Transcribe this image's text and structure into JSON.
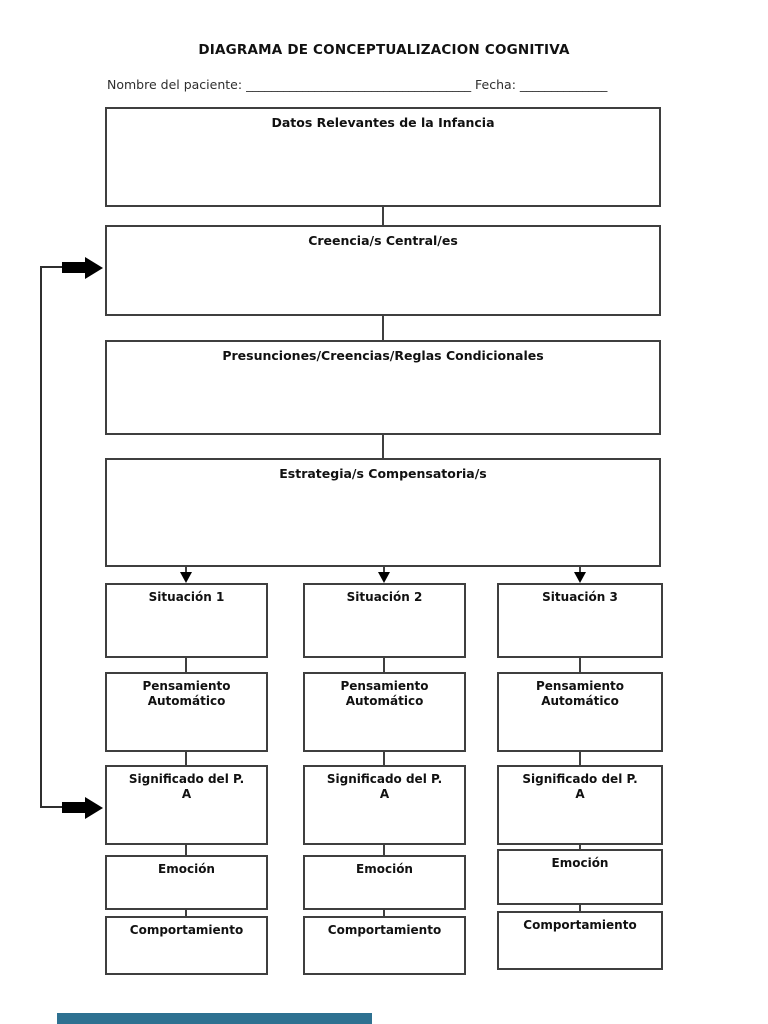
{
  "title": "DIAGRAMA DE CONCEPTUALIZACION COGNITIVA",
  "patient_line": {
    "name_label": "Nombre del paciente:",
    "name_blank": "____________________________________",
    "date_label": "Fecha:",
    "date_blank": "______________"
  },
  "flow_boxes": {
    "infancia": "Datos Relevantes de la Infancia",
    "creencia": "Creencia/s Central/es",
    "presunciones": "Presunciones/Creencias/Reglas Condicionales",
    "estrategia": "Estrategia/s Compensatoria/s"
  },
  "columns": [
    {
      "situacion": "Situación 1",
      "pensamiento": "Pensamiento Automático",
      "significado": "Significado del P. A",
      "emocion": "Emoción",
      "comportamiento": "Comportamiento"
    },
    {
      "situacion": "Situación 2",
      "pensamiento": "Pensamiento Automático",
      "significado": "Significado del P. A",
      "emocion": "Emoción",
      "comportamiento": "Comportamiento"
    },
    {
      "situacion": "Situación 3",
      "pensamiento": "Pensamiento Automático",
      "significado": "Significado del P. A",
      "emocion": "Emoción",
      "comportamiento": "Comportamiento"
    }
  ],
  "colors": {
    "accent_bar": "#2e7191",
    "box_border": "#3f3f3f",
    "arrow": "#000000"
  }
}
